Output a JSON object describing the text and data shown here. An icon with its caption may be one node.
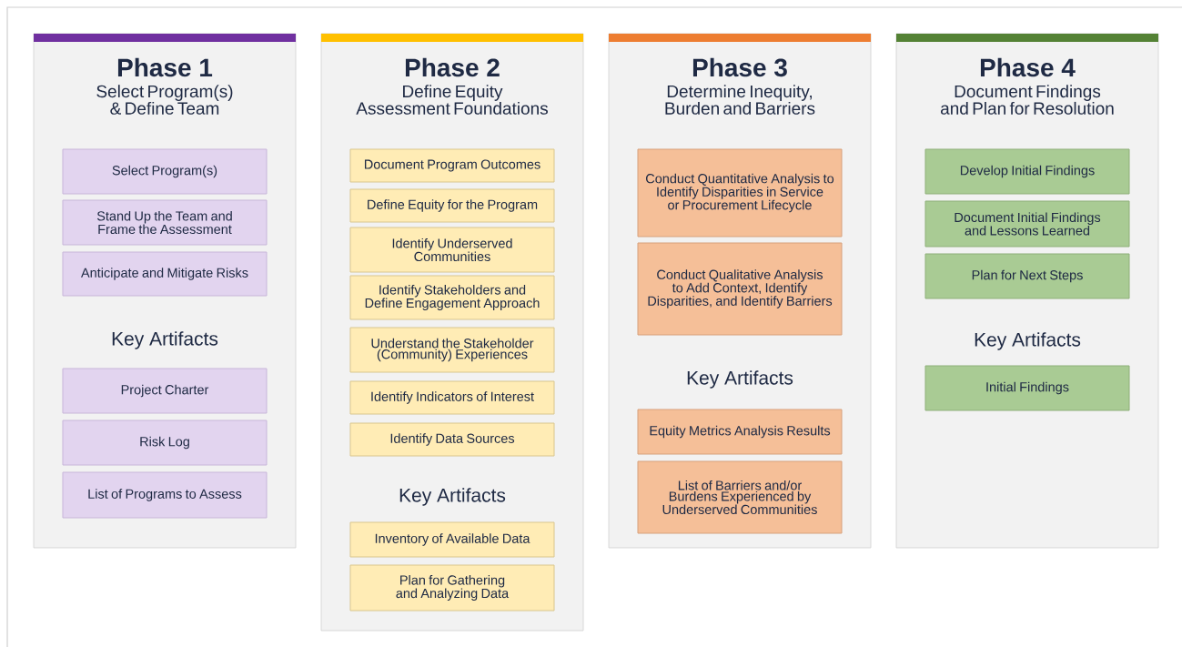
{
  "diagram": {
    "nodes": [
      {
        "text": [
          "Phase 1",
          "Select Program(s) & Define Team",
          "Key Artifacts"
        ]
      },
      {
        "text": [
          "Select Program(s)"
        ],
        "in": 0
      },
      {
        "text": [
          "Stand Up the Team and Frame the Assessment"
        ],
        "in": 0
      },
      {
        "text": [
          "Anticipate and Mitigate Risks"
        ],
        "in": 0
      },
      {
        "text": [
          "Project Charter"
        ],
        "in": 0
      },
      {
        "text": [
          "Risk Log"
        ],
        "in": 0
      },
      {
        "text": [
          "List of Programs to Assess"
        ],
        "in": 0
      },
      {
        "text": [
          "Phase 2",
          "Define Equity Assessment Foundations",
          "Key Artifacts"
        ]
      },
      {
        "text": [
          "Document Program Outcomes"
        ],
        "in": 7
      },
      {
        "text": [
          "Define Equity for the Program"
        ],
        "in": 7
      },
      {
        "text": [
          "Identify Underserved Communities"
        ],
        "in": 7
      },
      {
        "text": [
          "Identify Stakeholders and Define Engagement Approach"
        ],
        "in": 7
      },
      {
        "text": [
          "Understand the Stakeholder (Community) Experiences"
        ],
        "in": 7
      },
      {
        "text": [
          "Identify Indicators of Interest"
        ],
        "in": 7
      },
      {
        "text": [
          "Identify Data Sources"
        ],
        "in": 7
      },
      {
        "text": [
          "Inventory of Available Data"
        ],
        "in": 7
      },
      {
        "text": [
          "Plan for Gathering and Analyzing Data"
        ],
        "in": 7
      },
      {
        "text": [
          "Phase 3",
          "Determine Inequity, Burden and Barriers",
          "Key Artifacts"
        ]
      },
      {
        "text": [
          "Conduct Quantitative Analysis to Identify Disparities in Service or Procurement Lifecycle"
        ],
        "in": 17
      },
      {
        "text": [
          "Conduct Qualitative Analysis to Add Context, Identify Disparities, and Identify Barriers"
        ],
        "in": 17
      },
      {
        "text": [
          "Equity Metrics Analysis Results"
        ],
        "in": 17
      },
      {
        "text": [
          "List of Barriers and/or Burdens Experienced by Underserved Communities"
        ],
        "in": 17
      },
      {
        "text": [
          "Phase 4",
          "Document Findings and Plan for Resolution",
          "Key Artifacts"
        ]
      },
      {
        "text": [
          "Develop Initial Findings"
        ],
        "in": 22
      },
      {
        "text": [
          "Document Initial Findings and Lessons Learned"
        ],
        "in": 22
      },
      {
        "text": [
          "Plan for Next Steps"
        ],
        "in": 22
      },
      {
        "text": [
          "Initial Findings"
        ],
        "in": 22
      }
    ]
  }
}
